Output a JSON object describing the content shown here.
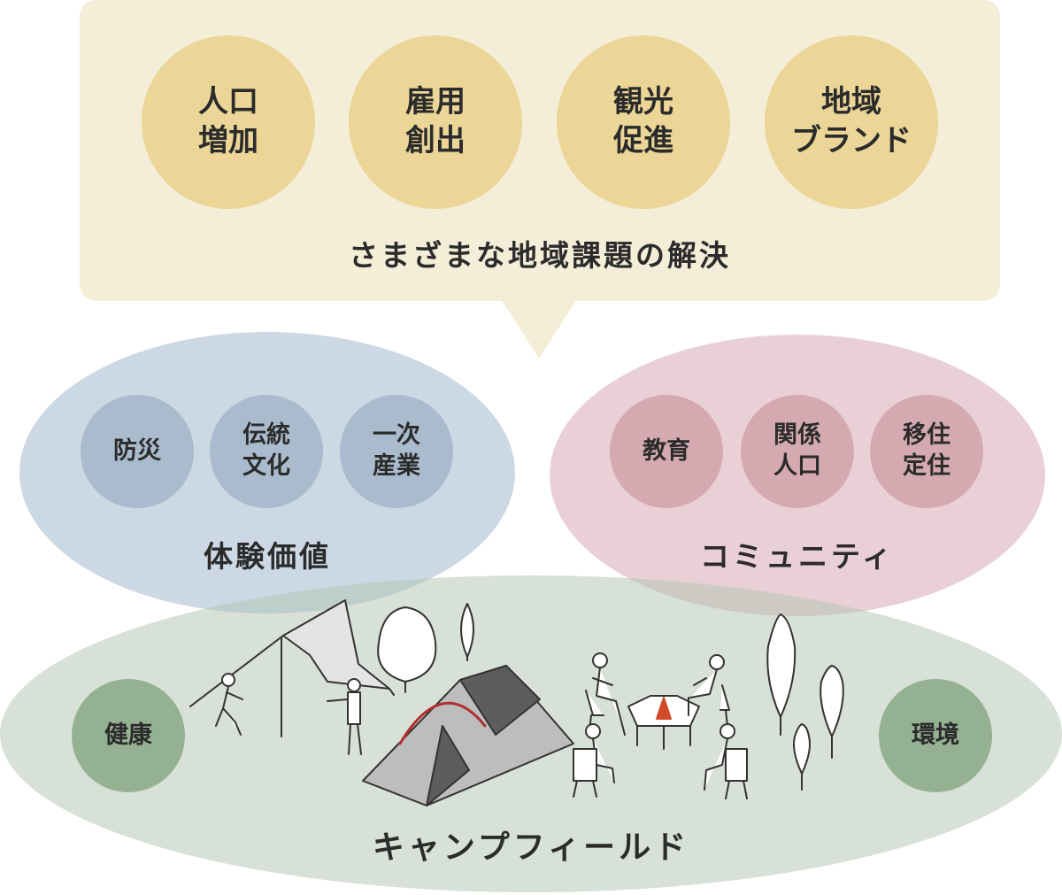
{
  "goals": {
    "circles": [
      {
        "line1": "人口",
        "line2": "増加"
      },
      {
        "line1": "雇用",
        "line2": "創出"
      },
      {
        "line1": "観光",
        "line2": "促進"
      },
      {
        "line1": "地域",
        "line2": "ブランド"
      }
    ],
    "label": "さまざまな地域課題の解決"
  },
  "experience": {
    "circles": [
      {
        "line1": "防災",
        "line2": ""
      },
      {
        "line1": "伝統",
        "line2": "文化"
      },
      {
        "line1": "一次",
        "line2": "産業"
      }
    ],
    "label": "体験価値"
  },
  "community": {
    "circles": [
      {
        "line1": "教育",
        "line2": ""
      },
      {
        "line1": "関係",
        "line2": "人口"
      },
      {
        "line1": "移住",
        "line2": "定住"
      }
    ],
    "label": "コミュニティ"
  },
  "camp": {
    "left_circle": "健康",
    "right_circle": "環境",
    "label": "キャンプフィールド"
  },
  "colors": {
    "bubble_bg": "#f4eed8",
    "goal_circle": "#ebd597",
    "experience_ellipse": "#aabed2",
    "community_ellipse": "#d7aab4",
    "camp_ellipse": "#afc3af"
  },
  "icons": {
    "illustration": "camping-scene-illustration",
    "tent": "tent-icon",
    "tarp": "tarp-icon",
    "campfire": "campfire-icon",
    "trees": "tree-icon"
  }
}
